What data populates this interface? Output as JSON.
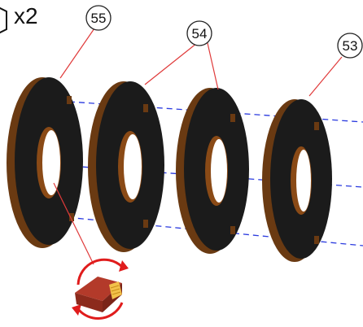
{
  "quantity": {
    "text": "x2",
    "icon": "hex-nut-icon"
  },
  "callouts": [
    {
      "id": "callout-55",
      "label": "55"
    },
    {
      "id": "callout-54",
      "label": "54"
    },
    {
      "id": "callout-53",
      "label": "53"
    }
  ],
  "rings": [
    {
      "id": "ring-55",
      "part": "55"
    },
    {
      "id": "ring-54a",
      "part": "54"
    },
    {
      "id": "ring-54b",
      "part": "54"
    },
    {
      "id": "ring-53",
      "part": "53"
    }
  ],
  "detail": {
    "icon": "rotate-orient-icon"
  },
  "colors": {
    "ring_face": "#1b1b1b",
    "ring_edge": "#6a3a12",
    "ring_inner": "#8a4a16",
    "leader": "#e03a3a",
    "axis": "#2a3adf",
    "arrow": "#e01c1c",
    "detail_block": "#b33a2a",
    "detail_pad": "#f2c14a"
  }
}
